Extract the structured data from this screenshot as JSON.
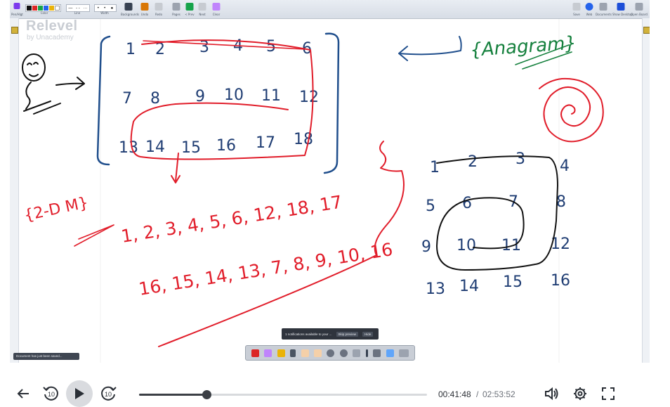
{
  "watermark": {
    "title": "Relevel",
    "subtitle": "by Unacademy"
  },
  "toolbar": {
    "items": [
      {
        "name": "pen-tool",
        "label": "Pen/Hlgt",
        "icon": "pen-icon",
        "color": "#7c3aed"
      },
      {
        "name": "colors",
        "label": "Color"
      },
      {
        "name": "line",
        "label": "Line"
      },
      {
        "name": "width",
        "label": "Width"
      },
      {
        "name": "backgrounds",
        "label": "Backgrounds",
        "icon": "background-icon",
        "color": "#374151"
      },
      {
        "name": "undo",
        "label": "Undo",
        "icon": "undo-icon",
        "color": "#d97706"
      },
      {
        "name": "redo",
        "label": "Redo",
        "icon": "redo-icon",
        "color": "#9ca3af"
      },
      {
        "name": "pages",
        "label": "Pages",
        "icon": "pages-icon",
        "color": "#6b7280"
      },
      {
        "name": "prevpage",
        "label": "< Prev",
        "icon": "prev-page-icon",
        "color": "#16a34a"
      },
      {
        "name": "nextpage",
        "label": "Next",
        "icon": "next-page-icon",
        "color": "#9ca3af"
      },
      {
        "name": "clear",
        "label": "Clear",
        "icon": "clear-icon",
        "color": "#a855f7"
      }
    ],
    "right_items": [
      {
        "name": "save",
        "label": "Save",
        "icon": "save-icon",
        "color": "#9ca3af"
      },
      {
        "name": "web",
        "label": "Web",
        "icon": "globe-icon",
        "color": "#2563eb"
      },
      {
        "name": "documents",
        "label": "Documents",
        "icon": "folder-icon",
        "color": "#6b7280"
      },
      {
        "name": "desktop",
        "label": "Show Desktop",
        "icon": "desktop-icon",
        "color": "#1d4ed8"
      },
      {
        "name": "openboard",
        "label": "Open Board",
        "icon": "board-icon",
        "color": "#6b7280"
      }
    ],
    "swatch_colors": [
      "#111111",
      "#dc2626",
      "#16a34a",
      "#2563eb",
      "#eab308",
      "#ffffff"
    ],
    "line_styles": [
      "—",
      "‑ ‑",
      "···"
    ],
    "widths": [
      "•",
      "•",
      "●"
    ]
  },
  "board": {
    "labels": {
      "anagram": "{Anagram}",
      "two_d_m": "{2-D M}"
    },
    "matrix_rows": [
      [
        "1",
        "2",
        "3",
        "4",
        "5",
        "6"
      ],
      [
        "7",
        "8",
        "9",
        "10",
        "11",
        "12"
      ],
      [
        "13",
        "14",
        "15",
        "16",
        "17",
        "18"
      ]
    ],
    "sequence_line1": "1, 2, 3, 4, 5, 6, 12, 18, 17",
    "sequence_line2": "16, 15, 14, 13, 7, 8, 9, 10, 16",
    "spiral_rows": [
      [
        "1",
        "2",
        "3",
        "4"
      ],
      [
        "5",
        "6",
        "7",
        "8"
      ],
      [
        "9",
        "10",
        "11",
        "12"
      ],
      [
        "13",
        "14",
        "15",
        "16"
      ]
    ]
  },
  "notice": {
    "text": "1 notifications available to your ...",
    "btn1": "Skip preview",
    "btn2": "Hide"
  },
  "toast": "Document has just been saved...",
  "player": {
    "current_time": "00:41:48",
    "separator": "/",
    "duration": "02:53:52",
    "progress": 0.234,
    "rewind_label": "10",
    "forward_label": "10"
  }
}
